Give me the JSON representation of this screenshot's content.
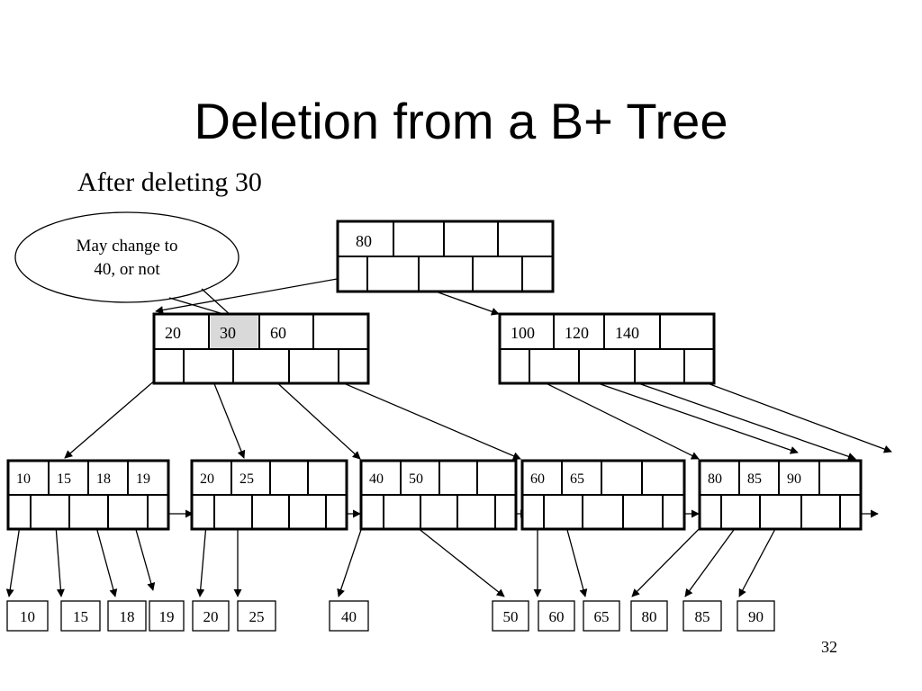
{
  "slide": {
    "title": "Deletion from a B+ Tree",
    "subtitle": "After deleting 30",
    "page_number": "32"
  },
  "callout": {
    "lines": [
      "May change to",
      "40, or not"
    ]
  },
  "colors": {
    "highlight": "#d9d9d9",
    "stroke": "#000000",
    "fill": "#ffffff"
  },
  "tree": {
    "root": {
      "keys": [
        "80",
        "",
        "",
        ""
      ]
    },
    "internal": [
      {
        "keys": [
          "20",
          "30",
          "60",
          ""
        ],
        "highlighted_key": "30"
      },
      {
        "keys": [
          "100",
          "120",
          "140",
          ""
        ]
      }
    ],
    "leaves": [
      {
        "keys": [
          "10",
          "15",
          "18",
          "19"
        ]
      },
      {
        "keys": [
          "20",
          "25",
          "",
          ""
        ]
      },
      {
        "keys": [
          "40",
          "50",
          "",
          ""
        ]
      },
      {
        "keys": [
          "60",
          "65",
          "",
          ""
        ]
      },
      {
        "keys": [
          "80",
          "85",
          "90",
          ""
        ]
      }
    ],
    "records": [
      "10",
      "15",
      "18",
      "19",
      "20",
      "25",
      "40",
      "50",
      "60",
      "65",
      "80",
      "85",
      "90"
    ]
  }
}
